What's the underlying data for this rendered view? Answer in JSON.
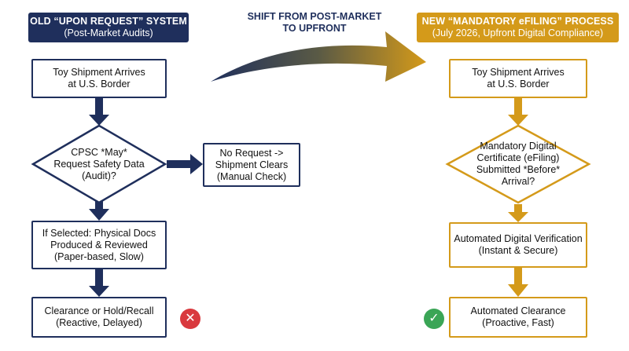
{
  "colors": {
    "navy": "#1f2f5c",
    "gold": "#d49a1a",
    "red": "#d9393e",
    "green": "#3aa556"
  },
  "left_header": {
    "title": "OLD “UPON REQUEST” SYSTEM",
    "subtitle": "(Post-Market Audits)"
  },
  "right_header": {
    "title": "NEW “MANDATORY eFILING” PROCESS",
    "subtitle": "(July 2026, Upfront Digital Compliance)"
  },
  "shift_label": {
    "line1": "SHIFT FROM POST-MARKET",
    "line2": "TO UPFRONT"
  },
  "old_flow": {
    "arrives": {
      "line1": "Toy Shipment Arrives",
      "line2": "at U.S. Border"
    },
    "decision": {
      "line1": "CPSC *May*",
      "line2": "Request Safety Data",
      "line3": "(Audit)?"
    },
    "no_request": {
      "line1": "No Request ->",
      "line2": "Shipment Clears",
      "line3": "(Manual Check)"
    },
    "selected": {
      "line1": "If Selected: Physical Docs",
      "line2": "Produced & Reviewed",
      "line3": "(Paper-based, Slow)"
    },
    "outcome": {
      "line1": "Clearance or Hold/Recall",
      "line2": "(Reactive, Delayed)"
    },
    "status_icon": "x-circle-icon"
  },
  "new_flow": {
    "arrives": {
      "line1": "Toy Shipment Arrives",
      "line2": "at U.S. Border"
    },
    "decision": {
      "line1": "Mandatory Digital",
      "line2": "Certificate (eFiling)",
      "line3": "Submitted *Before*",
      "line4": "Arrival?"
    },
    "verification": {
      "line1": "Automated Digital Verification",
      "line2": "(Instant & Secure)"
    },
    "outcome": {
      "line1": "Automated Clearance",
      "line2": "(Proactive, Fast)"
    },
    "status_icon": "check-circle-icon"
  }
}
